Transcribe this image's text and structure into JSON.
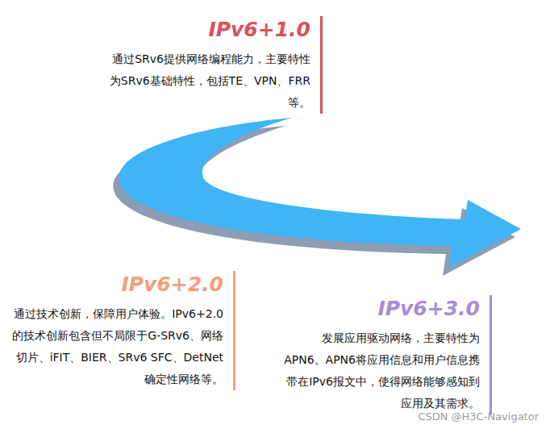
{
  "diagram": {
    "nodes": [
      {
        "text": [
          "IPv6+1.0",
          "通过SRv6提供网络编程能力，主要特性为SRv6基础特性，包括TE、VPN、FRR等。"
        ]
      },
      {
        "text": [
          "IPv6+2.0",
          "通过技术创新，保障用户体验。IPv6+2.0的技术创新包含但不局限于G-SRv6、网络切片、iFIT、BIER、SRv6 SFC、DetNet确定性网络等。"
        ]
      },
      {
        "text": [
          "IPv6+3.0",
          "发展应用驱动网络，主要特性为APN6。APN6将应用信息和用户信息携带在IPv6报文中，使得网络能够感知到应用及其需求。"
        ]
      }
    ],
    "labels": [
      "CSDN @H3C-Navigator"
    ]
  }
}
